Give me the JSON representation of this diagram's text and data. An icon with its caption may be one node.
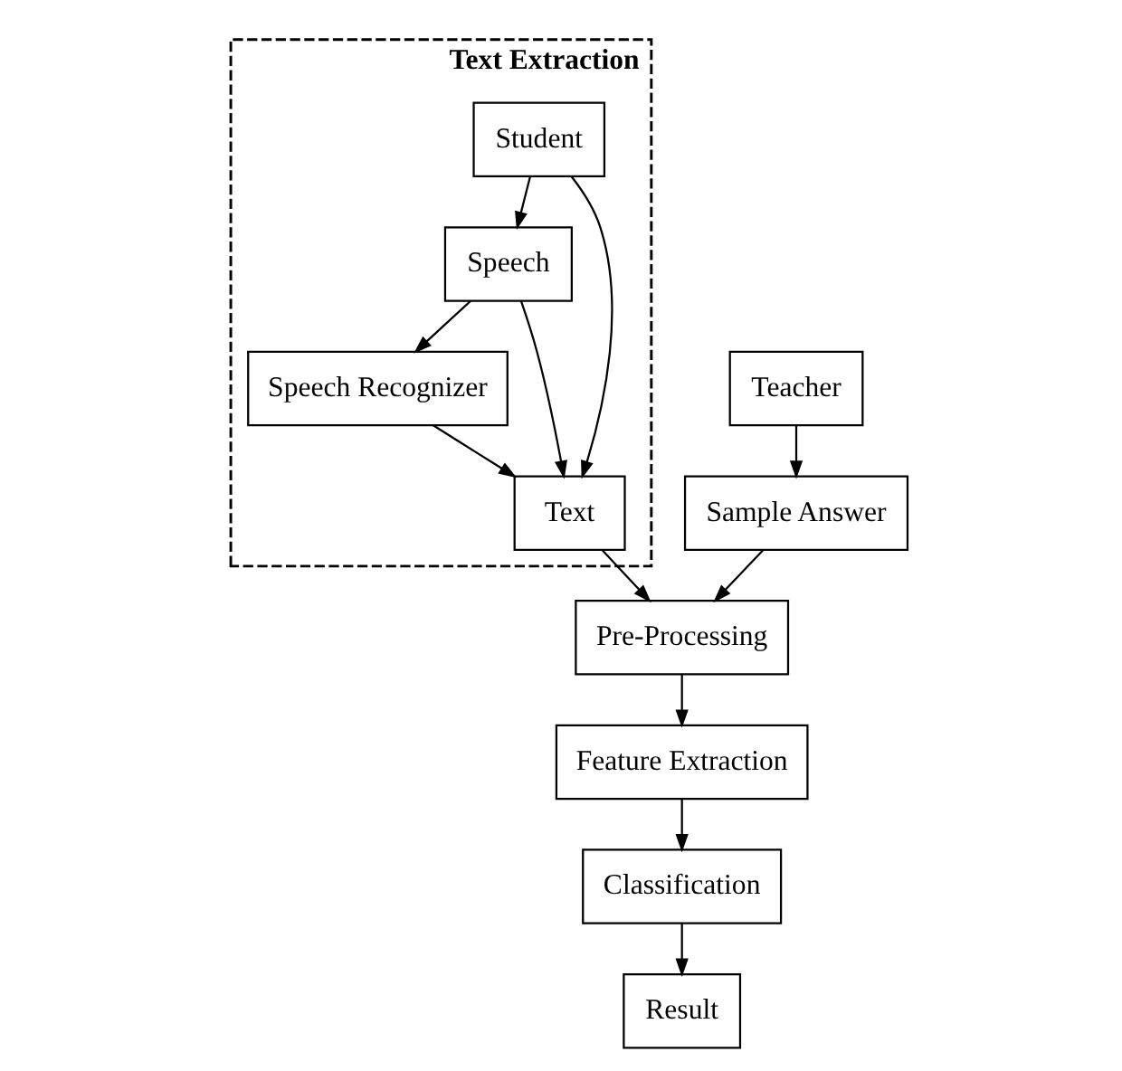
{
  "diagram": {
    "nodes": [
      {
        "text": [
          "Text Extraction"
        ]
      },
      {
        "text": [
          "Student"
        ],
        "in": 0
      },
      {
        "text": [
          "Speech"
        ],
        "in": 0
      },
      {
        "text": [
          "Speech Recognizer"
        ],
        "in": 0
      },
      {
        "text": [
          "Text"
        ],
        "in": 0
      },
      {
        "text": [
          "Teacher"
        ]
      },
      {
        "text": [
          "Sample Answer"
        ]
      },
      {
        "text": [
          "Pre-Processing"
        ]
      },
      {
        "text": [
          "Feature Extraction"
        ]
      },
      {
        "text": [
          "Classification"
        ]
      },
      {
        "text": [
          "Result"
        ]
      }
    ],
    "edges": [
      {
        "from": 1,
        "to": 2,
        "arrow": "to"
      },
      {
        "from": 1,
        "to": 4,
        "arrow": "to"
      },
      {
        "from": 2,
        "to": 3,
        "arrow": "to"
      },
      {
        "from": 2,
        "to": 4,
        "arrow": "to"
      },
      {
        "from": 3,
        "to": 4,
        "arrow": "to"
      },
      {
        "from": 4,
        "to": 7,
        "arrow": "to"
      },
      {
        "from": 5,
        "to": 6,
        "arrow": "to"
      },
      {
        "from": 6,
        "to": 7,
        "arrow": "to"
      },
      {
        "from": 7,
        "to": 8,
        "arrow": "to"
      },
      {
        "from": 8,
        "to": 9,
        "arrow": "to"
      },
      {
        "from": 9,
        "to": 10,
        "arrow": "to"
      }
    ]
  }
}
